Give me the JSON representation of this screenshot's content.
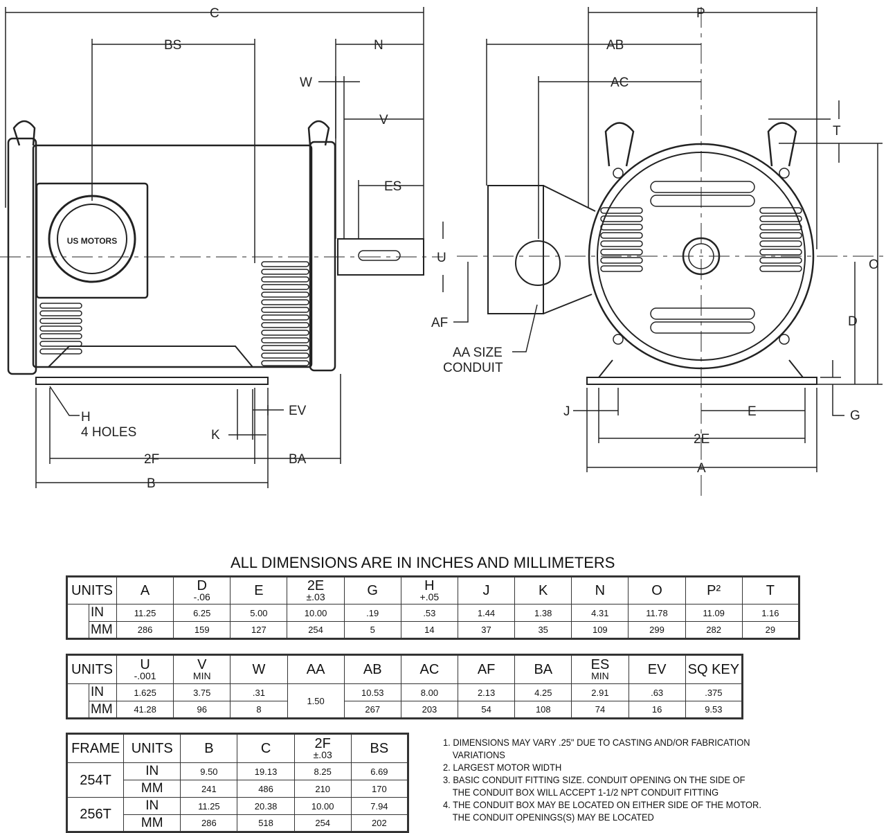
{
  "drawing": {
    "labels": {
      "C": "C",
      "BS": "BS",
      "N": "N",
      "W": "W",
      "V": "V",
      "ES": "ES",
      "U": "U",
      "AF": "AF",
      "AA": "AA SIZE",
      "CONDUIT": "CONDUIT",
      "P": "P",
      "AB": "AB",
      "AC": "AC",
      "T": "T",
      "O": "O",
      "D": "D",
      "H": "H",
      "HOLES": "4 HOLES",
      "K": "K",
      "EV": "EV",
      "F2": "2F",
      "BA": "BA",
      "B": "B",
      "J": "J",
      "E": "E",
      "E2": "2E",
      "A": "A",
      "G": "G"
    },
    "logo_text": "US MOTORS"
  },
  "title": "ALL DIMENSIONS ARE IN INCHES AND MILLIMETERS",
  "table1": {
    "headers": [
      [
        "UNITS",
        ""
      ],
      [
        "A",
        ""
      ],
      [
        "D",
        "-.06"
      ],
      [
        "E",
        ""
      ],
      [
        "2E",
        "±.03"
      ],
      [
        "G",
        ""
      ],
      [
        "H",
        "+.05"
      ],
      [
        "J",
        ""
      ],
      [
        "K",
        ""
      ],
      [
        "N",
        ""
      ],
      [
        "O",
        ""
      ],
      [
        "P²",
        ""
      ],
      [
        "T",
        ""
      ]
    ],
    "rows": [
      {
        "unit": "IN",
        "values": [
          "11.25",
          "6.25",
          "5.00",
          "10.00",
          ".19",
          ".53",
          "1.44",
          "1.38",
          "4.31",
          "11.78",
          "11.09",
          "1.16"
        ]
      },
      {
        "unit": "MM",
        "values": [
          "286",
          "159",
          "127",
          "254",
          "5",
          "14",
          "37",
          "35",
          "109",
          "299",
          "282",
          "29"
        ]
      }
    ]
  },
  "table2": {
    "headers": [
      [
        "UNITS",
        ""
      ],
      [
        "U",
        "-.001"
      ],
      [
        "V",
        "MIN"
      ],
      [
        "W",
        ""
      ],
      [
        "AA",
        ""
      ],
      [
        "AB",
        ""
      ],
      [
        "AC",
        ""
      ],
      [
        "AF",
        ""
      ],
      [
        "BA",
        ""
      ],
      [
        "ES",
        "MIN"
      ],
      [
        "EV",
        ""
      ],
      [
        "SQ KEY",
        ""
      ]
    ],
    "rows": [
      {
        "unit": "IN",
        "values": [
          "1.625",
          "3.75",
          ".31",
          "1.50",
          "10.53",
          "8.00",
          "2.13",
          "4.25",
          "2.91",
          ".63",
          ".375"
        ]
      },
      {
        "unit": "MM",
        "values": [
          "41.28",
          "96",
          "8",
          "",
          "267",
          "203",
          "54",
          "108",
          "74",
          "16",
          "9.53"
        ]
      }
    ]
  },
  "table3": {
    "headers": [
      [
        "FRAME",
        ""
      ],
      [
        "UNITS",
        ""
      ],
      [
        "B",
        ""
      ],
      [
        "C",
        ""
      ],
      [
        "2F",
        "±.03"
      ],
      [
        "BS",
        ""
      ]
    ],
    "frames": [
      {
        "frame": "254T",
        "rows": [
          {
            "unit": "IN",
            "values": [
              "9.50",
              "19.13",
              "8.25",
              "6.69"
            ]
          },
          {
            "unit": "MM",
            "values": [
              "241",
              "486",
              "210",
              "170"
            ]
          }
        ]
      },
      {
        "frame": "256T",
        "rows": [
          {
            "unit": "IN",
            "values": [
              "11.25",
              "20.38",
              "10.00",
              "7.94"
            ]
          },
          {
            "unit": "MM",
            "values": [
              "286",
              "518",
              "254",
              "202"
            ]
          }
        ]
      }
    ]
  },
  "notes": [
    "1. DIMENSIONS MAY VARY .25\" DUE TO CASTING AND/OR FABRICATION VARIATIONS",
    "2. LARGEST MOTOR WIDTH",
    "3. BASIC CONDUIT FITTING SIZE.  CONDUIT OPENING ON THE SIDE OF THE CONDUIT BOX WILL ACCEPT 1-1/2 NPT CONDUIT FITTING",
    "4. THE CONDUIT BOX MAY BE LOCATED ON EITHER SIDE OF THE MOTOR.  THE CONDUIT OPENINGS(S) MAY BE LOCATED"
  ]
}
